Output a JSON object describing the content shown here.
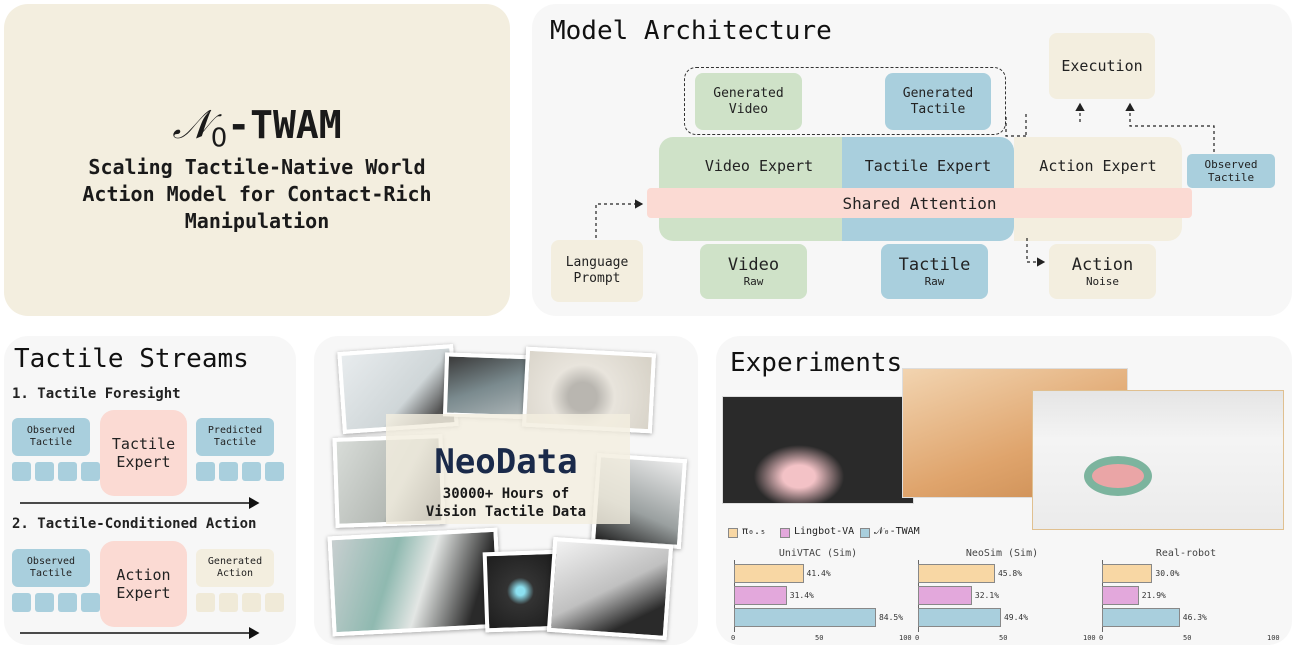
{
  "title_panel": {
    "symbol": "𝒩",
    "subscript": "0",
    "name": "-TWAM",
    "subtitle": "Scaling Tactile-Native World Action Model for Contact-Rich Manipulation"
  },
  "architecture": {
    "title": "Model Architecture",
    "generated_video": "Generated Video",
    "generated_tactile": "Generated Tactile",
    "execution": "Execution",
    "video_expert": "Video Expert",
    "tactile_expert": "Tactile Expert",
    "action_expert": "Action Expert",
    "observed_tactile": "Observed Tactile",
    "shared_attention": "Shared Attention",
    "language_prompt": "Language Prompt",
    "video": "Video",
    "video_sub": "Raw",
    "tactile": "Tactile",
    "tactile_sub": "Raw",
    "action": "Action",
    "action_sub": "Noise"
  },
  "streams": {
    "title": "Tactile Streams",
    "step1": "1. Tactile Foresight",
    "observed1": "Observed Tactile",
    "expert1": "Tactile Expert",
    "predicted": "Predicted Tactile",
    "step2": "2. Tactile-Conditioned Action",
    "observed2": "Observed Tactile",
    "expert2": "Action Expert",
    "generated_action": "Generated Action"
  },
  "neodata": {
    "title": "NeoData",
    "line1": "30000+ Hours of",
    "line2": "Vision Tactile Data"
  },
  "experiments": {
    "title": "Experiments",
    "legend": [
      {
        "name": "π₀.₅",
        "color": "#f8d7a4"
      },
      {
        "name": "Lingbot-VA",
        "color": "#e3a8dc"
      },
      {
        "name": "𝒩₀-TWAM",
        "color": "#a9cfdd"
      }
    ]
  },
  "chart_data": [
    {
      "type": "bar",
      "title": "UniVTAC (Sim)",
      "xlim": [
        0,
        100
      ],
      "ticks": [
        "0",
        "50",
        "100"
      ],
      "series": [
        {
          "name": "π₀.₅",
          "values": [
            41.4
          ],
          "label": "41.4%"
        },
        {
          "name": "Lingbot-VA",
          "values": [
            31.4
          ],
          "label": "31.4%"
        },
        {
          "name": "𝒩₀-TWAM",
          "values": [
            84.5
          ],
          "label": "84.5%"
        }
      ]
    },
    {
      "type": "bar",
      "title": "NeoSim (Sim)",
      "xlim": [
        0,
        100
      ],
      "ticks": [
        "0",
        "50",
        "100"
      ],
      "series": [
        {
          "name": "π₀.₅",
          "values": [
            45.8
          ],
          "label": "45.8%"
        },
        {
          "name": "Lingbot-VA",
          "values": [
            32.1
          ],
          "label": "32.1%"
        },
        {
          "name": "𝒩₀-TWAM",
          "values": [
            49.4
          ],
          "label": "49.4%"
        }
      ]
    },
    {
      "type": "bar",
      "title": "Real-robot",
      "xlim": [
        0,
        100
      ],
      "ticks": [
        "0",
        "50",
        "100"
      ],
      "series": [
        {
          "name": "π₀.₅",
          "values": [
            30.0
          ],
          "label": "30.0%"
        },
        {
          "name": "Lingbot-VA",
          "values": [
            21.9
          ],
          "label": "21.9%"
        },
        {
          "name": "𝒩₀-TWAM",
          "values": [
            46.3
          ],
          "label": "46.3%"
        }
      ]
    }
  ]
}
